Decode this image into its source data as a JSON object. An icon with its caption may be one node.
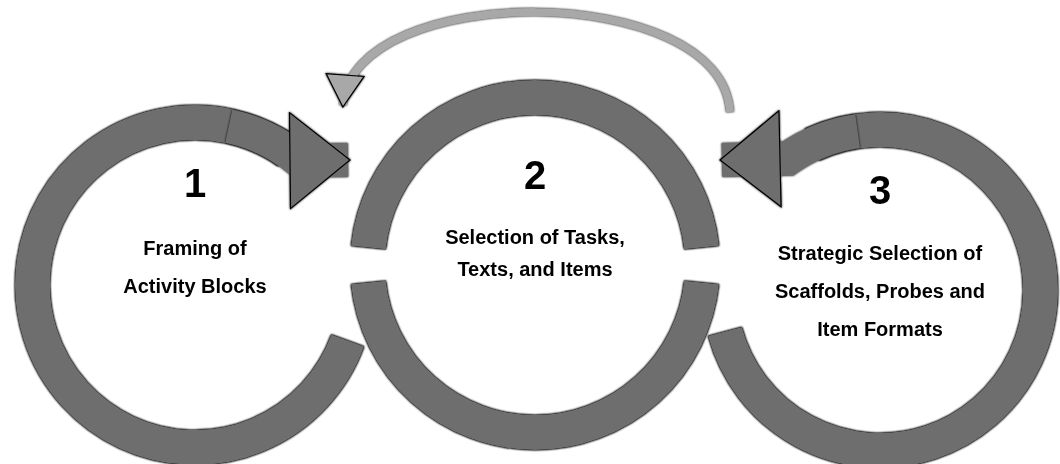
{
  "diagram": {
    "nodes": [
      {
        "text": [
          "1",
          "Framing of Activity Blocks"
        ]
      },
      {
        "text": [
          "2",
          "Selection of Tasks, Texts, and Items"
        ]
      },
      {
        "text": [
          "3",
          "Strategic Selection of Scaffolds, Probes and Item Formats"
        ]
      }
    ],
    "edges": [
      {
        "from": 0,
        "to": 1,
        "arrow": "to"
      },
      {
        "from": 2,
        "to": 1,
        "arrow": "to"
      },
      {
        "from": 2,
        "to": 0,
        "arrow": "to",
        "color": "#a8a8a8"
      }
    ]
  }
}
